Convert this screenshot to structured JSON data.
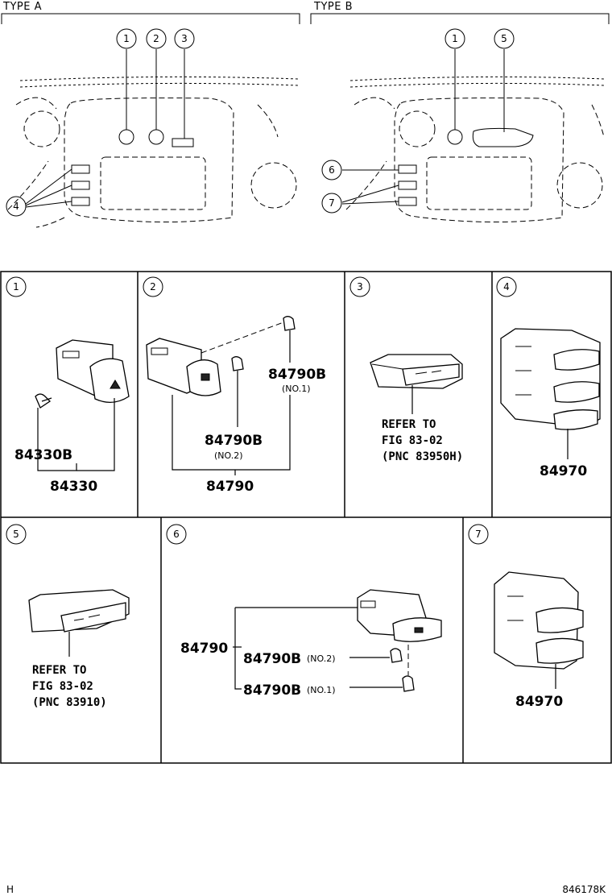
{
  "headers": {
    "type_a": "TYPE A",
    "type_b": "TYPE B"
  },
  "callouts": {
    "c1": "1",
    "c2": "2",
    "c3": "3",
    "c4": "4",
    "c5": "5",
    "c6": "6",
    "c7": "7"
  },
  "panel1": {
    "sub_part": "84330B",
    "assembly": "84330"
  },
  "panel2": {
    "screw_no1": "84790B",
    "screw_no1_note": "(NO.1)",
    "screw_no2": "84790B",
    "screw_no2_note": "(NO.2)",
    "assembly": "84790"
  },
  "panel3": {
    "ref_line1": "REFER TO",
    "ref_line2": "FIG 83-02",
    "ref_line3": "(PNC 83950H)"
  },
  "panel4": {
    "assembly": "84970"
  },
  "panel5": {
    "ref_line1": "REFER TO",
    "ref_line2": "FIG 83-02",
    "ref_line3": "(PNC 83910)"
  },
  "panel6": {
    "assembly": "84790",
    "screw_no2": "84790B",
    "screw_no2_note": "(NO.2)",
    "screw_no1": "84790B",
    "screw_no1_note": "(NO.1)"
  },
  "panel7": {
    "assembly": "84970"
  },
  "footer": {
    "left": "H",
    "right": "846178K"
  }
}
